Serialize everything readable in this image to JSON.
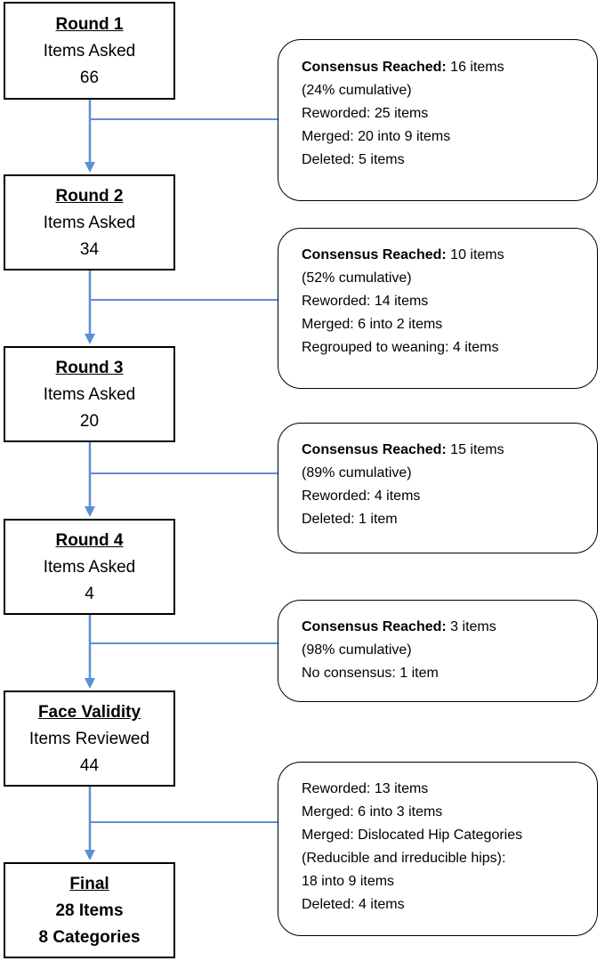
{
  "colors": {
    "connector": "#5b8fd6",
    "border": "#000000",
    "background": "#ffffff"
  },
  "stages": [
    {
      "title": "Round 1",
      "lines": [
        "Items Asked",
        "66"
      ]
    },
    {
      "title": "Round 2",
      "lines": [
        "Items Asked",
        "34"
      ]
    },
    {
      "title": "Round 3",
      "lines": [
        "Items Asked",
        "20"
      ]
    },
    {
      "title": "Round 4",
      "lines": [
        "Items Asked",
        "4"
      ]
    },
    {
      "title": "Face Validity",
      "lines": [
        "Items Reviewed",
        "44"
      ]
    },
    {
      "title": "Final",
      "lines": [
        "28 Items",
        "8 Categories"
      ]
    }
  ],
  "notes": [
    {
      "lines": [
        {
          "bold": "Consensus Reached:",
          "text": " 16 items"
        },
        {
          "text": "(24% cumulative)"
        },
        {
          "text": "Reworded: 25 items"
        },
        {
          "text": "Merged: 20 into 9 items"
        },
        {
          "text": "Deleted: 5 items"
        }
      ]
    },
    {
      "lines": [
        {
          "bold": "Consensus Reached:",
          "text": " 10 items"
        },
        {
          "text": "(52% cumulative)"
        },
        {
          "text": "Reworded: 14 items"
        },
        {
          "text": "Merged: 6 into 2 items"
        },
        {
          "text": "Regrouped to weaning: 4 items"
        }
      ]
    },
    {
      "lines": [
        {
          "bold": "Consensus Reached:",
          "text": " 15 items"
        },
        {
          "text": "(89% cumulative)"
        },
        {
          "text": "Reworded: 4 items"
        },
        {
          "text": "Deleted: 1 item"
        }
      ]
    },
    {
      "lines": [
        {
          "bold": "Consensus Reached:",
          "text": " 3 items"
        },
        {
          "text": "(98% cumulative)"
        },
        {
          "text": "No consensus: 1 item"
        }
      ]
    },
    {
      "lines": [
        {
          "text": "Reworded: 13 items"
        },
        {
          "text": "Merged: 6 into 3 items"
        },
        {
          "text": "Merged: Dislocated Hip Categories"
        },
        {
          "text": "(Reducible and irreducible hips):"
        },
        {
          "text": "18 into 9 items"
        },
        {
          "text": "Deleted: 4 items"
        }
      ]
    }
  ]
}
